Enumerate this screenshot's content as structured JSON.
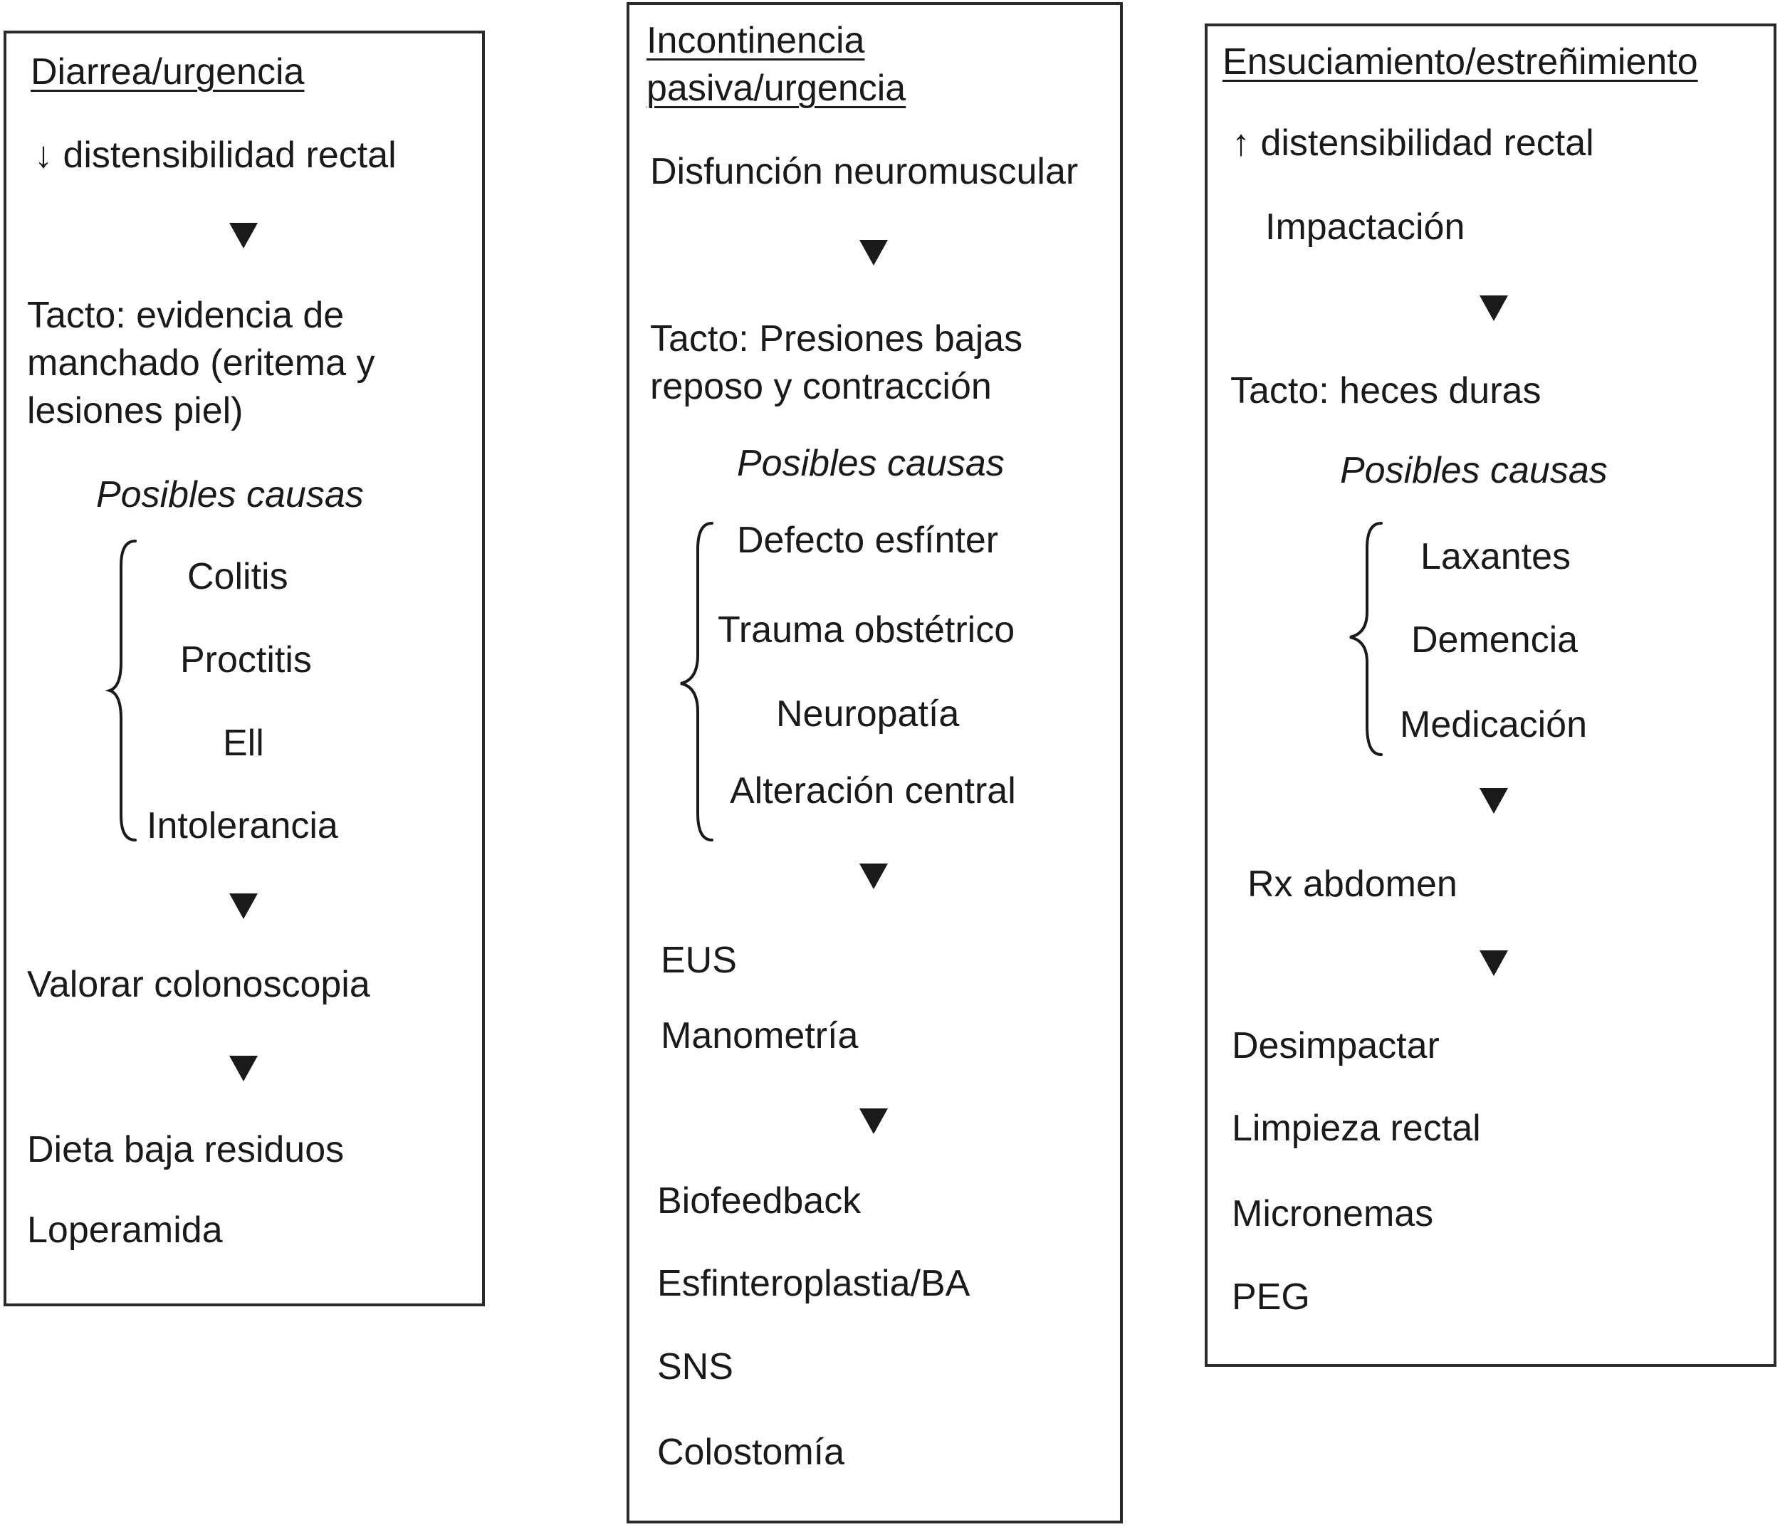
{
  "columns": [
    {
      "title": "Diarrea/urgencia",
      "finding": "↓ distensibilidad rectal",
      "exam_lines": [
        "Tacto: evidencia de",
        "manchado (eritema y",
        "lesiones piel)"
      ],
      "causes_heading": "Posibles causas",
      "causes": [
        "Colitis",
        "Proctitis",
        "Ell",
        "Intolerancia"
      ],
      "study": "Valorar colonoscopia",
      "treatments": [
        "Dieta baja residuos",
        "Loperamida"
      ]
    },
    {
      "title_lines": [
        "Incontinencia",
        "pasiva/urgencia"
      ],
      "finding": "Disfunción neuromuscular",
      "exam_lines": [
        "Tacto: Presiones bajas",
        "reposo y contracción"
      ],
      "causes_heading": "Posibles causas",
      "causes": [
        "Defecto esfínter",
        "Trauma obstétrico",
        "Neuropatía",
        "Alteración central"
      ],
      "studies": [
        "EUS",
        "Manometría"
      ],
      "treatments": [
        "Biofeedback",
        "Esfinteroplastia/BA",
        "SNS",
        "Colostomía"
      ]
    },
    {
      "title": "Ensuciamiento/estreñimiento",
      "finding": "↑ distensibilidad rectal",
      "finding2": "Impactación",
      "exam": "Tacto: heces duras",
      "causes_heading": "Posibles causas",
      "causes": [
        "Laxantes",
        "Demencia",
        "Medicación"
      ],
      "study": "Rx abdomen",
      "treatments": [
        "Desimpactar",
        "Limpieza rectal",
        "Micronemas",
        "PEG"
      ]
    }
  ]
}
